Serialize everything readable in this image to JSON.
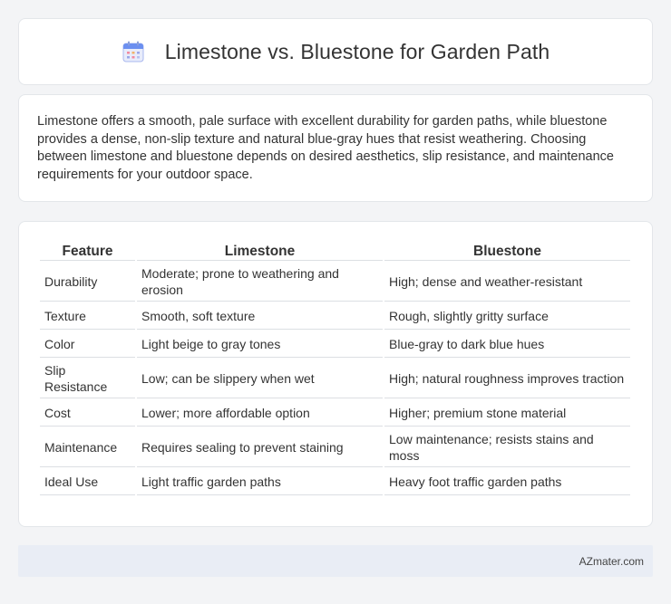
{
  "header": {
    "icon": "calendar-icon",
    "title": "Limestone vs. Bluestone for Garden Path"
  },
  "intro": {
    "text": "Limestone offers a smooth, pale surface with excellent durability for garden paths, while bluestone provides a dense, non-slip texture and natural blue-gray hues that resist weathering. Choosing between limestone and bluestone depends on desired aesthetics, slip resistance, and maintenance requirements for your outdoor space."
  },
  "table": {
    "headers": [
      "Feature",
      "Limestone",
      "Bluestone"
    ],
    "rows": [
      [
        "Durability",
        "Moderate; prone to weathering and erosion",
        "High; dense and weather-resistant"
      ],
      [
        "Texture",
        "Smooth, soft texture",
        "Rough, slightly gritty surface"
      ],
      [
        "Color",
        "Light beige to gray tones",
        "Blue-gray to dark blue hues"
      ],
      [
        "Slip Resistance",
        "Low; can be slippery when wet",
        "High; natural roughness improves traction"
      ],
      [
        "Cost",
        "Lower; more affordable option",
        "Higher; premium stone material"
      ],
      [
        "Maintenance",
        "Requires sealing to prevent staining",
        "Low maintenance; resists stains and moss"
      ],
      [
        "Ideal Use",
        "Light traffic garden paths",
        "Heavy foot traffic garden paths"
      ]
    ]
  },
  "footer": {
    "brand": "AZmater.com"
  },
  "colors": {
    "background": "#f3f4f6",
    "card": "#ffffff",
    "footer": "#e9edf5",
    "text": "#333333",
    "icon_accent": "#6b8ff0"
  }
}
